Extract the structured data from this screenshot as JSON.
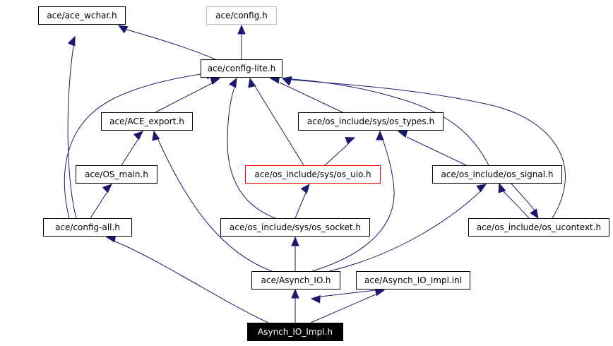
{
  "nodes": {
    "ace_wchar": {
      "label": "ace/ace_wchar.h",
      "style": "normal"
    },
    "config": {
      "label": "ace/config.h",
      "style": "gray"
    },
    "config_lite": {
      "label": "ace/config-lite.h",
      "style": "normal"
    },
    "ace_export": {
      "label": "ace/ACE_export.h",
      "style": "normal"
    },
    "os_types": {
      "label": "ace/os_include/sys/os_types.h",
      "style": "normal"
    },
    "os_main": {
      "label": "ace/OS_main.h",
      "style": "normal"
    },
    "os_uio": {
      "label": "ace/os_include/sys/os_uio.h",
      "style": "red"
    },
    "os_signal": {
      "label": "ace/os_include/os_signal.h",
      "style": "normal"
    },
    "config_all": {
      "label": "ace/config-all.h",
      "style": "normal"
    },
    "os_socket": {
      "label": "ace/os_include/sys/os_socket.h",
      "style": "normal"
    },
    "os_ucontext": {
      "label": "ace/os_include/os_ucontext.h",
      "style": "normal"
    },
    "asynch_io": {
      "label": "ace/Asynch_IO.h",
      "style": "normal"
    },
    "asynch_io_impl_inl": {
      "label": "ace/Asynch_IO_Impl.inl",
      "style": "normal"
    },
    "asynch_io_impl": {
      "label": "Asynch_IO_Impl.h",
      "style": "current"
    }
  },
  "edges": [
    {
      "from": "config_lite",
      "to": "ace_wchar"
    },
    {
      "from": "config_lite",
      "to": "config"
    },
    {
      "from": "ace_export",
      "to": "config_lite"
    },
    {
      "from": "os_types",
      "to": "config_lite"
    },
    {
      "from": "os_main",
      "to": "ace_export"
    },
    {
      "from": "os_uio",
      "to": "config_lite"
    },
    {
      "from": "os_uio",
      "to": "os_types"
    },
    {
      "from": "os_signal",
      "to": "config_lite"
    },
    {
      "from": "os_signal",
      "to": "os_types"
    },
    {
      "from": "os_signal",
      "to": "os_ucontext"
    },
    {
      "from": "config_all",
      "to": "ace_wchar"
    },
    {
      "from": "config_all",
      "to": "config_lite"
    },
    {
      "from": "config_all",
      "to": "os_main"
    },
    {
      "from": "os_socket",
      "to": "config_lite"
    },
    {
      "from": "os_socket",
      "to": "os_uio"
    },
    {
      "from": "os_ucontext",
      "to": "config_lite"
    },
    {
      "from": "os_ucontext",
      "to": "os_signal"
    },
    {
      "from": "asynch_io",
      "to": "ace_export"
    },
    {
      "from": "asynch_io",
      "to": "os_socket"
    },
    {
      "from": "asynch_io",
      "to": "os_types"
    },
    {
      "from": "asynch_io",
      "to": "os_signal"
    },
    {
      "from": "asynch_io_impl_inl",
      "to": "asynch_io"
    },
    {
      "from": "asynch_io_impl",
      "to": "config_all"
    },
    {
      "from": "asynch_io_impl",
      "to": "asynch_io"
    },
    {
      "from": "asynch_io_impl",
      "to": "asynch_io_impl_inl"
    }
  ]
}
